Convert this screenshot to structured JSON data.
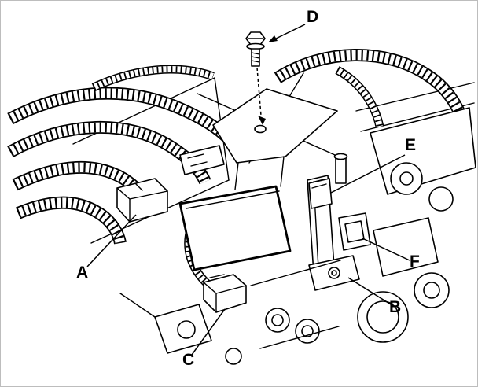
{
  "diagram": {
    "background_color": "#ffffff",
    "line_color": "#000000",
    "callouts": [
      {
        "label": "A"
      },
      {
        "label": "B"
      },
      {
        "label": "C"
      },
      {
        "label": "D"
      },
      {
        "label": "E"
      },
      {
        "label": "F"
      }
    ]
  }
}
